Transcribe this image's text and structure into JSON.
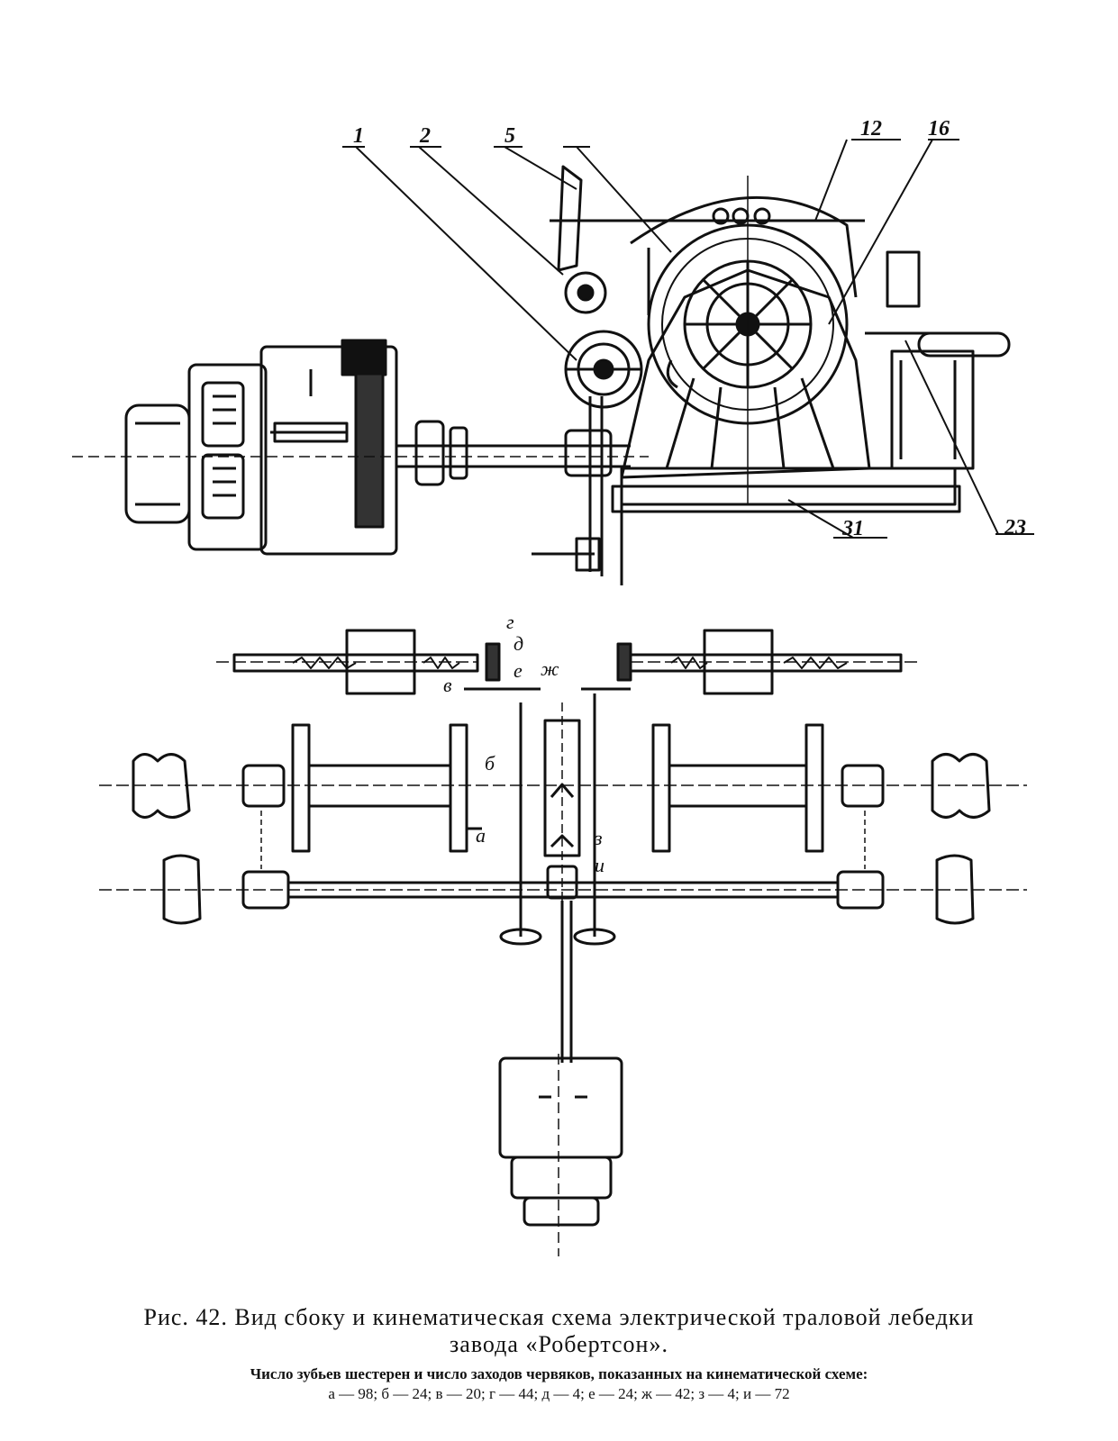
{
  "side_view": {
    "callouts": [
      "1",
      "2",
      "5",
      "12",
      "16",
      "23",
      "31"
    ]
  },
  "kinematic_scheme": {
    "letter_labels": [
      "а",
      "б",
      "в",
      "г",
      "д",
      "е",
      "ж",
      "з",
      "и"
    ]
  },
  "caption": {
    "title_line1": "Рис. 42. Вид сбоку и кинематическая схема электрической траловой лебедки",
    "title_line2": "завода «Робертсон».",
    "note": "Число зубьев шестерен и число заходов червяков, показанных на кинематической схеме:",
    "values": "а — 98; б — 24; в — 20; г — 44; д — 4; е — 24; ж — 42; з — 4; и — 72"
  }
}
